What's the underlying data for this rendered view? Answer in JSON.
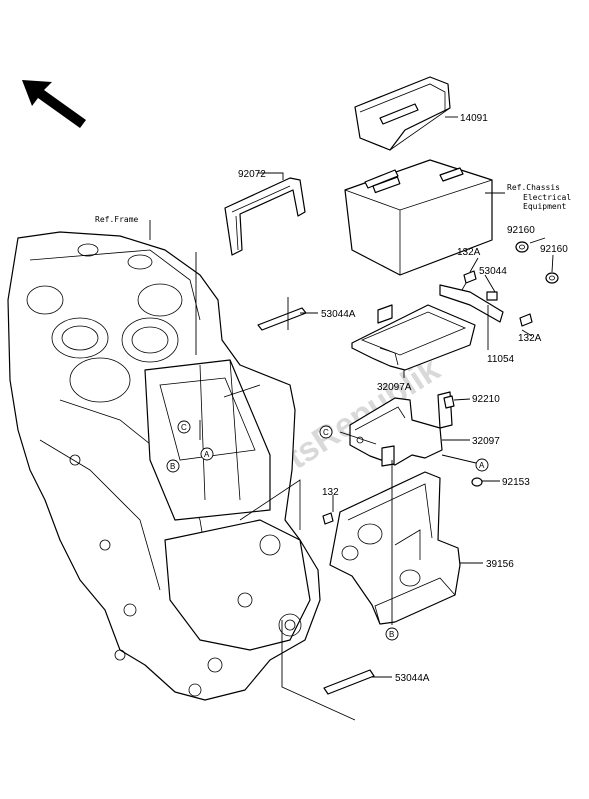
{
  "watermark": "PartsRepublik",
  "references": {
    "frame": "Ref.Frame",
    "chassis_line1": "Ref.Chassis",
    "chassis_line2": "Electrical",
    "chassis_line3": "Equipment"
  },
  "labels": {
    "p14091": "14091",
    "p92072": "92072",
    "p53044A_upper": "53044A",
    "p132A_left": "132A",
    "p92160_a": "92160",
    "p92160_b": "92160",
    "p53044": "53044",
    "p132A_right": "132A",
    "p11054": "11054",
    "p32097A": "32097A",
    "p92210": "92210",
    "p32097": "32097",
    "p92153": "92153",
    "p132": "132",
    "p39156": "39156",
    "p53044A_lower": "53044A"
  },
  "markers": {
    "frame_c": "C",
    "frame_b": "B",
    "frame_a": "A",
    "tray_c": "C",
    "tray_a": "A",
    "cover_b": "B"
  }
}
